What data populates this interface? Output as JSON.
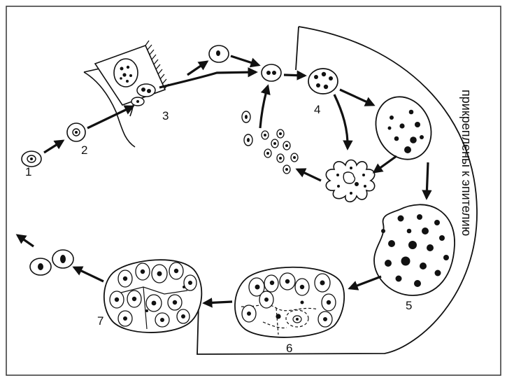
{
  "diagram": {
    "stage_labels": [
      "1",
      "2",
      "3",
      "4",
      "5",
      "6",
      "7"
    ],
    "side_label": "прикреплены к эпителию",
    "colors": {
      "ink": "#111111",
      "frame": "#333333",
      "background": "#ffffff"
    }
  }
}
